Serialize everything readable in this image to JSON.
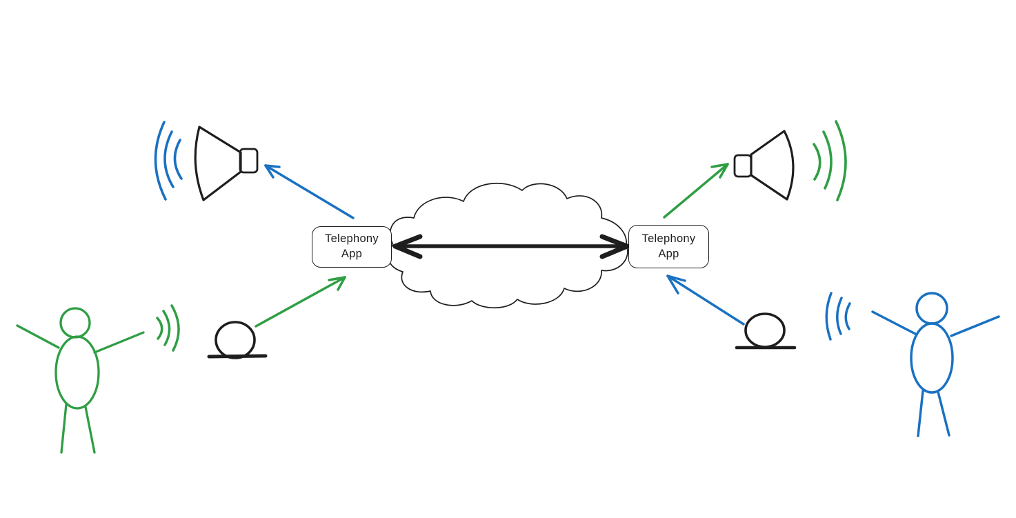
{
  "colors": {
    "ink": "#1e1e1e",
    "green": "#2f9e44",
    "blue": "#1971c2",
    "canvas_bg": "#ffffff"
  },
  "nodes": {
    "left_app": {
      "line1": "Telephony",
      "line2": "App"
    },
    "right_app": {
      "line1": "Telephony",
      "line2": "App"
    }
  },
  "icons": {
    "person-icon": "stick figure with raised arms",
    "sound-waves-icon": "triple curved sound waves",
    "microphone-icon": "ball microphone on stand",
    "speaker-icon": "horn loudspeaker",
    "cloud-icon": "network cloud",
    "arrow-icon": "hand-drawn arrow"
  }
}
